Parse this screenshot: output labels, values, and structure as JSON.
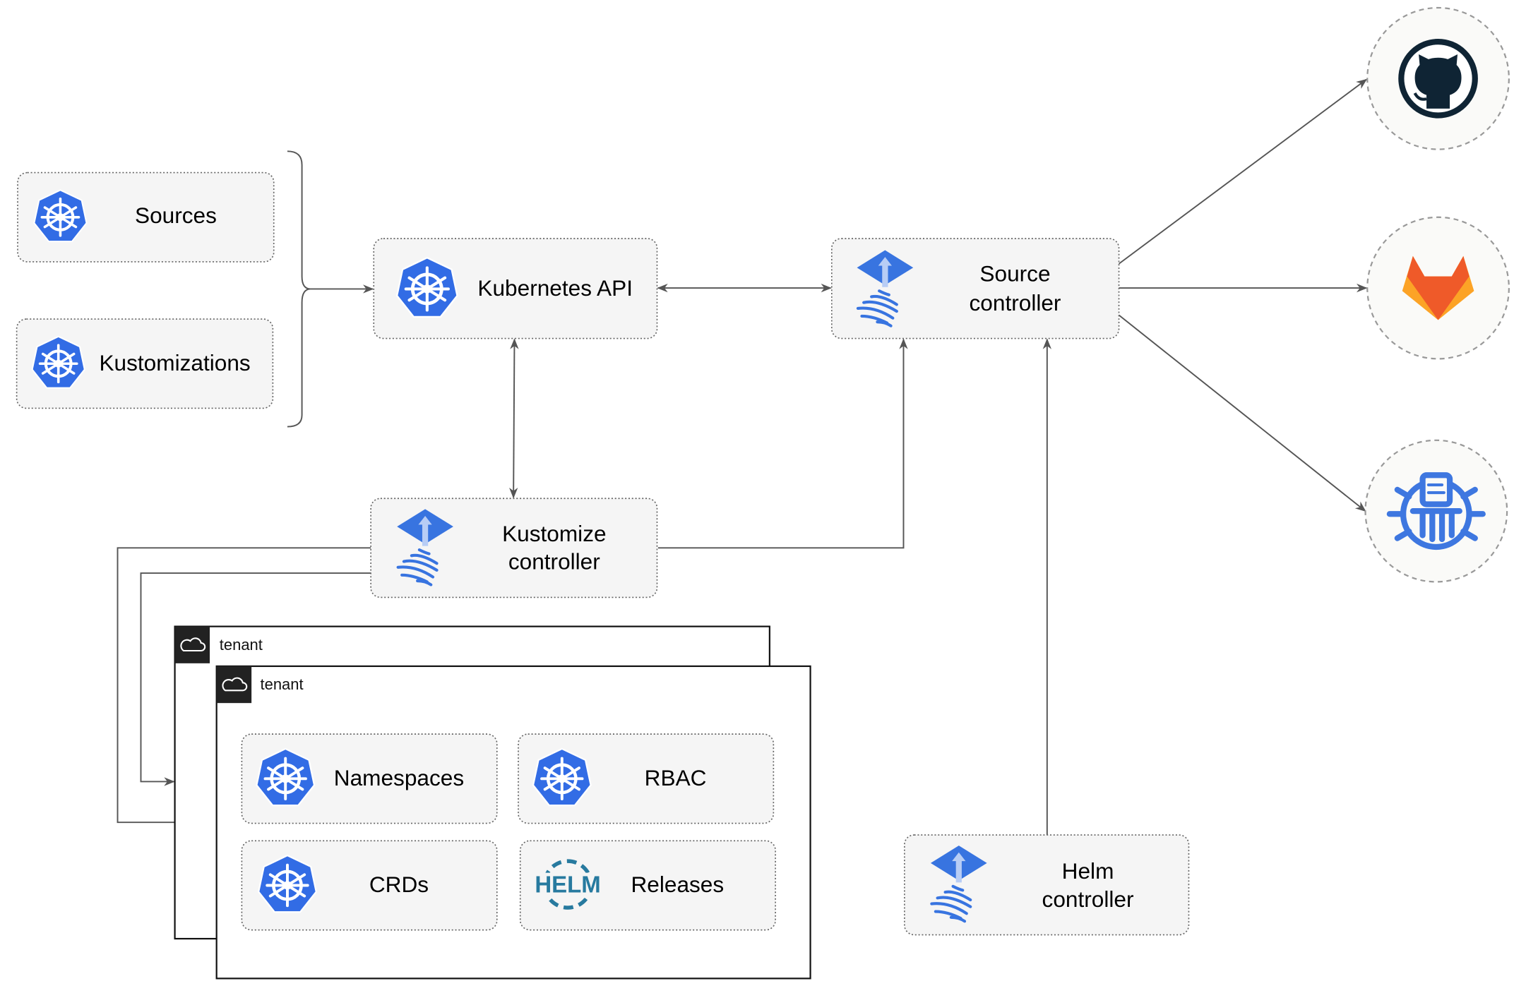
{
  "nodes": {
    "sources": "Sources",
    "kustomizations": "Kustomizations",
    "kubernetes_api": "Kubernetes API",
    "source_controller": [
      "Source",
      "controller"
    ],
    "kustomize_controller": [
      "Kustomize",
      "controller"
    ],
    "helm_controller": [
      "Helm",
      "controller"
    ],
    "namespaces": "Namespaces",
    "rbac": "RBAC",
    "crds": "CRDs",
    "releases": "Releases",
    "helm_logo_text": "HELM"
  },
  "tenants": [
    "tenant",
    "tenant"
  ],
  "external_sources": [
    {
      "name": "github",
      "icon": "github-icon",
      "color": "#0f2434"
    },
    {
      "name": "gitlab",
      "icon": "gitlab-icon",
      "color": "#ef5a29"
    },
    {
      "name": "helm-repository",
      "icon": "chartmuseum-icon",
      "color": "#3e77e0"
    }
  ],
  "colors": {
    "kubernetes_blue": "#326ce5",
    "flux_blue": "#3874e0",
    "helm_teal": "#277a9f"
  }
}
